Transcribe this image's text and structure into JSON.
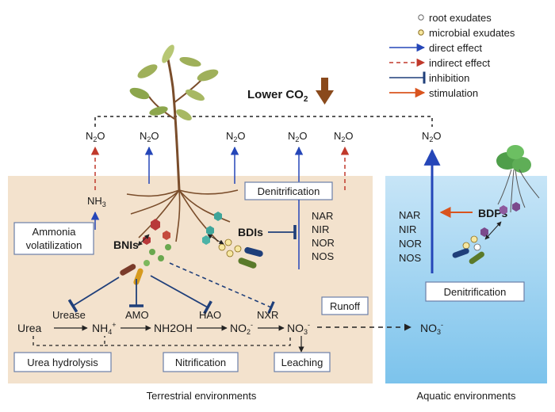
{
  "legend": {
    "root_exudates": "root exudates",
    "microbial_exudates": "microbial exudates",
    "direct_effect": "direct effect",
    "indirect_effect": "indirect effect",
    "inhibition": "inhibition",
    "stimulation": "stimulation"
  },
  "co2": {
    "label": "Lower CO",
    "sub": "2"
  },
  "n2o": {
    "base": "N",
    "sub": "2",
    "tail": "O"
  },
  "terrestrial": {
    "nh3": {
      "base": "NH",
      "sub": "3"
    },
    "ammonia_volatilization": [
      "Ammonia",
      "volatilization"
    ],
    "denitrification_box": "Denitrification",
    "enzymes": [
      "NAR",
      "NIR",
      "NOR",
      "NOS"
    ],
    "bnis": "BNIs",
    "bdis": "BDIs",
    "runoff": "Runoff",
    "enzyme_labels": {
      "urease": "Urease",
      "amo": "AMO",
      "hao": "HAO",
      "nxr": "NXR"
    },
    "chain": {
      "urea": "Urea",
      "nh4": {
        "base": "NH",
        "sub": "4",
        "sup": "+"
      },
      "nh2oh": "NH2OH",
      "no2": {
        "base": "NO",
        "sub": "2",
        "sup": "-"
      },
      "no3": {
        "base": "NO",
        "sub": "3",
        "sup": "-"
      }
    },
    "process_boxes": {
      "urea_hydrolysis": "Urea hydrolysis",
      "nitrification": "Nitrification",
      "leaching": "Leaching"
    },
    "caption": "Terrestrial environments"
  },
  "aquatic": {
    "enzymes": [
      "NAR",
      "NIR",
      "NOR",
      "NOS"
    ],
    "bdps": "BDPs",
    "denitrification_box": "Denitrification",
    "no3": {
      "base": "NO",
      "sub": "3",
      "sup": "-"
    },
    "caption": "Aquatic environments"
  },
  "colors": {
    "soil": "#f3e2cd",
    "water_top": "#bfe0f5",
    "water_bottom": "#7cc3ec",
    "direct": "#2546b8",
    "indirect": "#c0392b",
    "inhibition": "#1f3f7a",
    "stimulation": "#d9541e",
    "co2_arrow": "#8a4a1c"
  }
}
